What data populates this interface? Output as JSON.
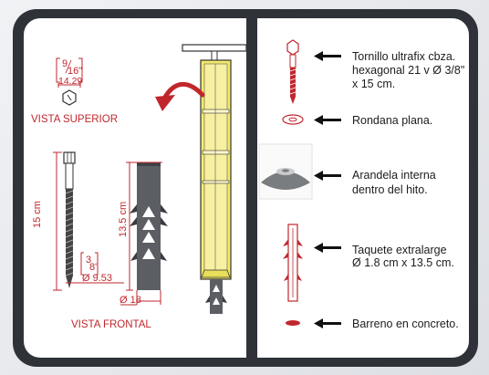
{
  "left_panel": {
    "top_fraction": {
      "num": "9",
      "den": "16\""
    },
    "top_mm": "14.29",
    "vista_superior": "VISTA SUPERIOR",
    "screw_length": "15 cm",
    "screw_fraction": {
      "num": "3",
      "den": "8\""
    },
    "screw_mm": "Ø 9.53",
    "anchor_length": "13.5 cm",
    "anchor_diameter": "Ø 18",
    "vista_frontal": "VISTA FRONTAL"
  },
  "right_panel": {
    "items": [
      {
        "line1": "Tornillo ultrafix cbza.",
        "line2": "hexagonal 21 v Ø 3/8\"",
        "line3": "x 15 cm."
      },
      {
        "line1": "Rondana plana."
      },
      {
        "line1": "Arandela interna",
        "line2": "dentro del hito."
      },
      {
        "line1": "Taquete extralarge",
        "line2": "Ø 1.8 cm x 13.5 cm."
      },
      {
        "line1": "Barreno en concreto."
      }
    ]
  },
  "colors": {
    "frame": "#30323a",
    "accent_red": "#c0272d",
    "post_yellow": "#f3ea6a",
    "washer_gray": "#7a7d80",
    "anchor_gray": "#5b5e63"
  },
  "icons": [
    "arrow-left-icon",
    "curved-arrow-icon",
    "hexagon-nut-icon"
  ]
}
